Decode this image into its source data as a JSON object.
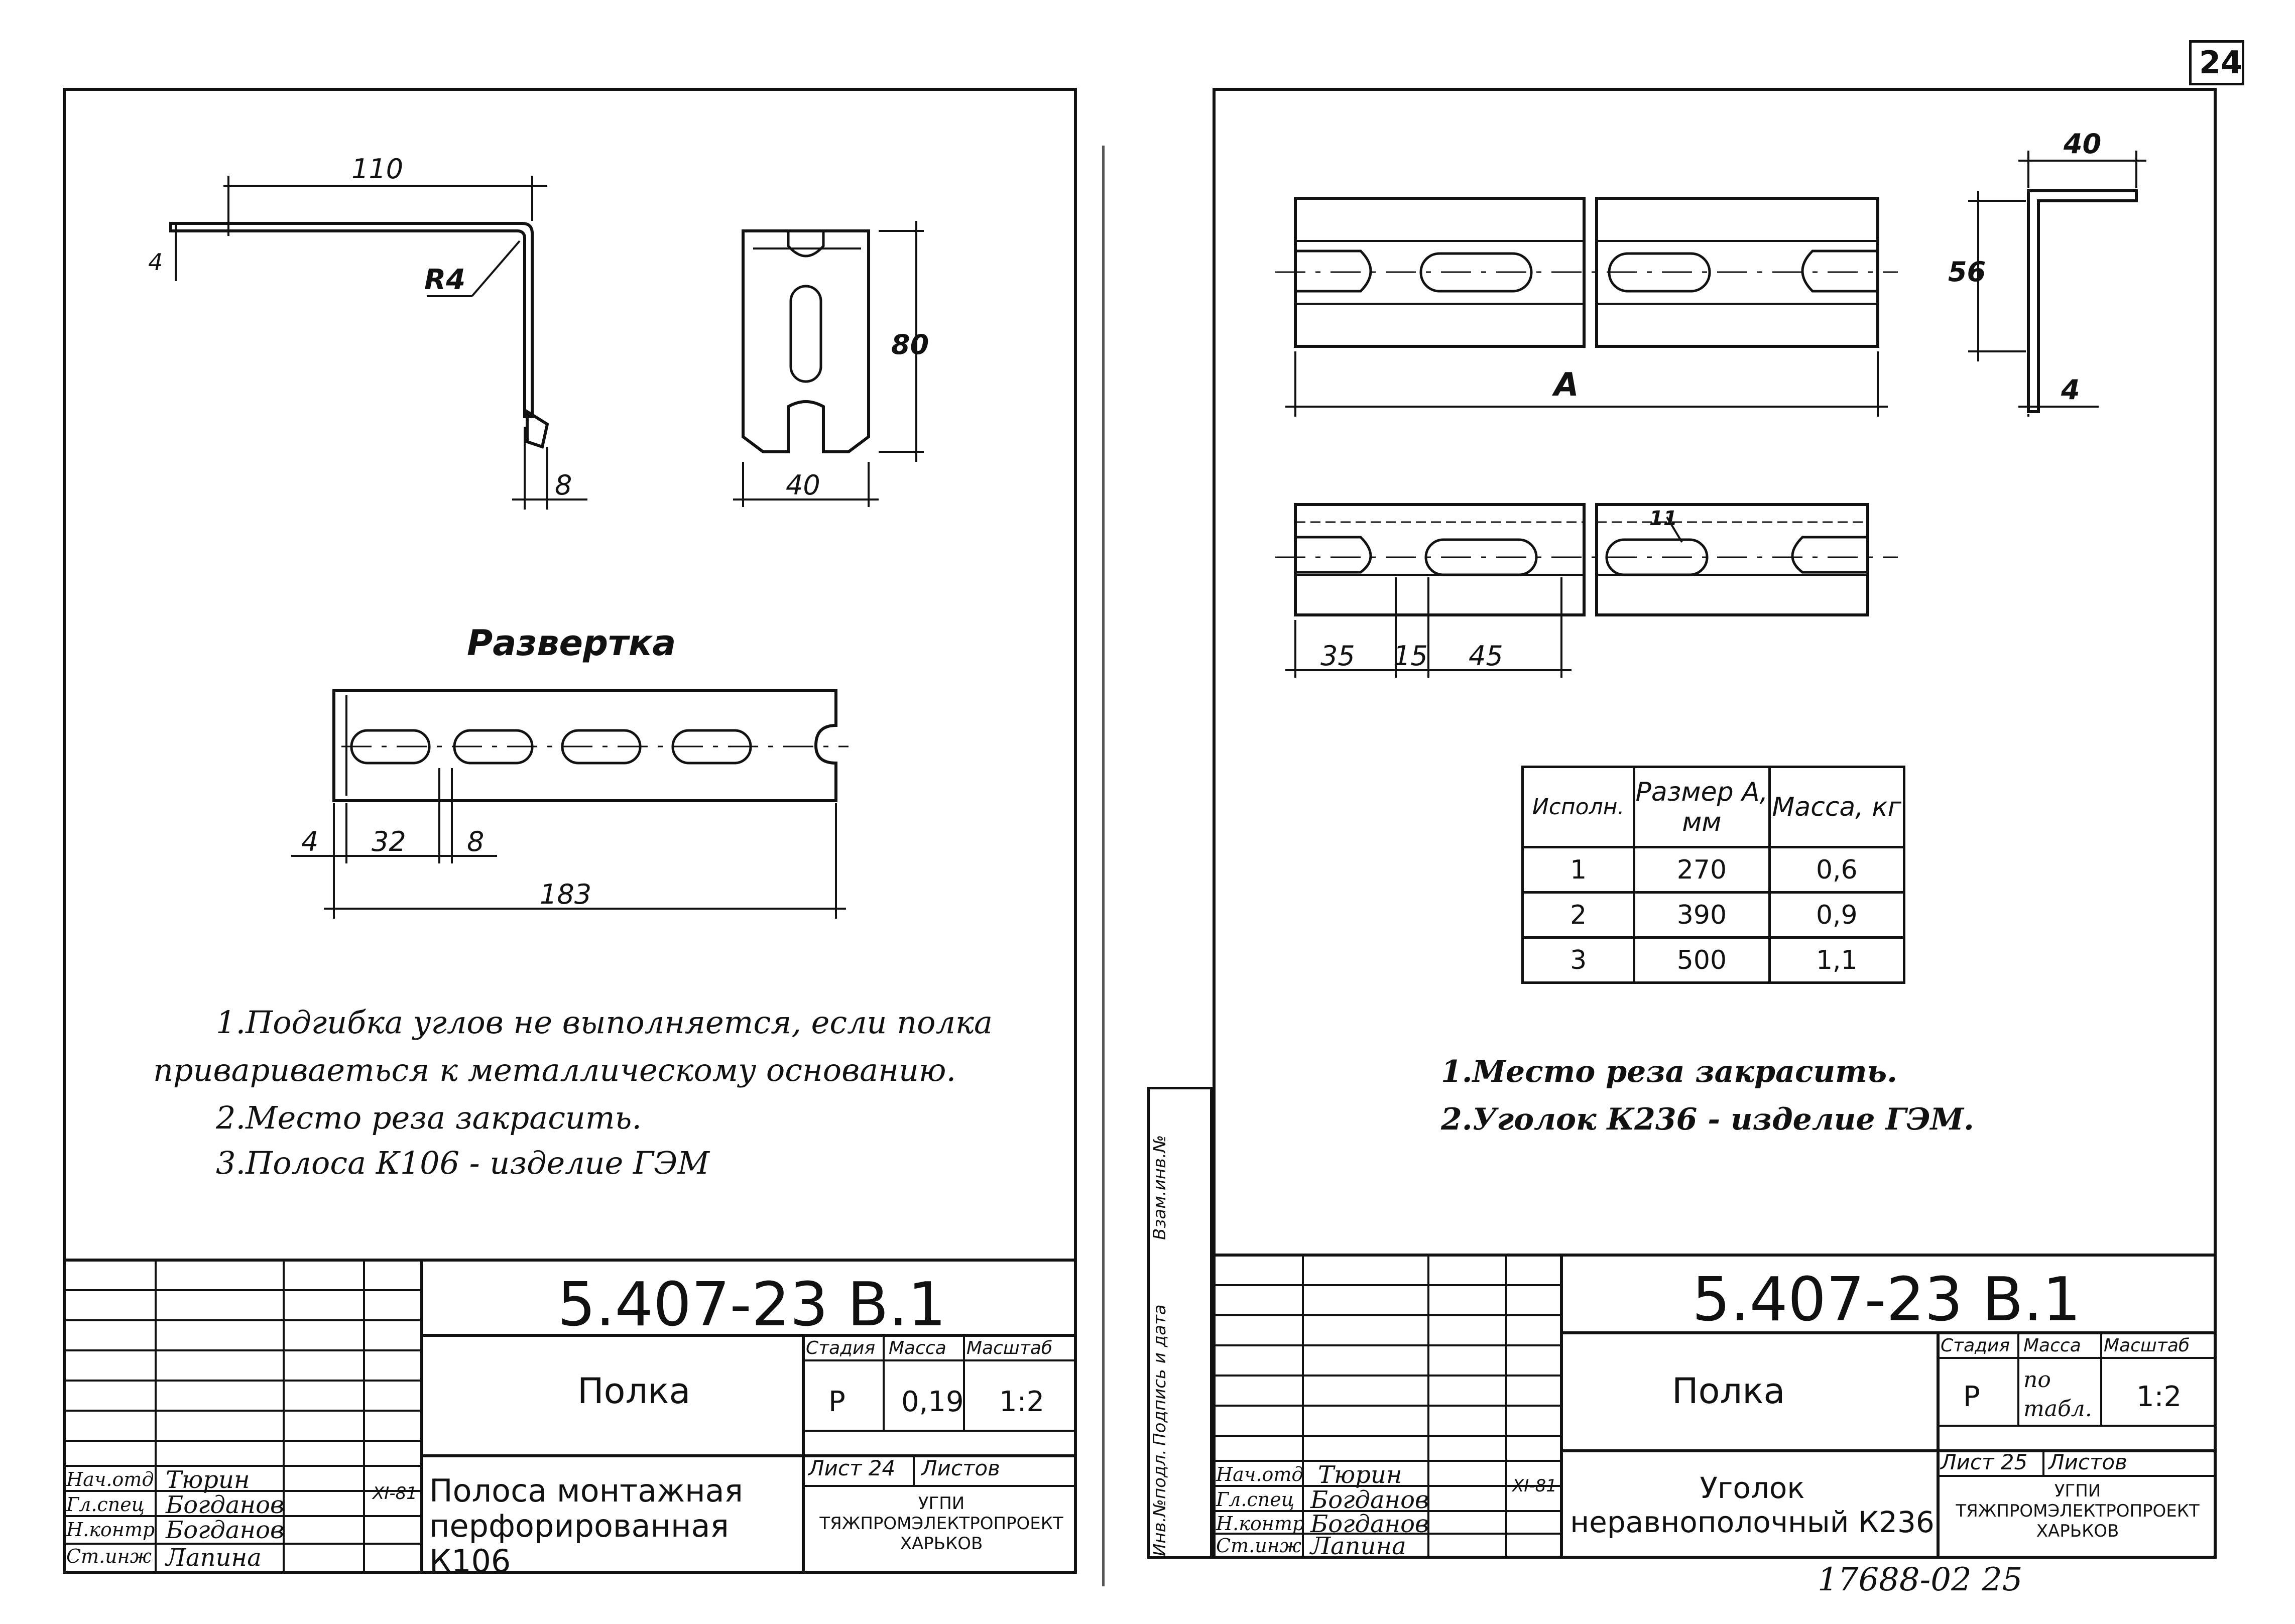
{
  "page_number": "24",
  "footer_number": "17688-02 25",
  "left": {
    "dims": {
      "d110": "110",
      "d4_top": "4",
      "r4": "R4",
      "d8_bottom": "8",
      "d80": "80",
      "d40": "40"
    },
    "razvertka": {
      "title": "Развертка",
      "d4": "4",
      "d32": "32",
      "d8": "8",
      "d183": "183"
    },
    "notes": [
      "1.Подгибка углов не выполняется, если полка",
      "привариваеться к металлическому основанию.",
      "2.Место реза закрасить.",
      "3.Полоса К106 - изделие ГЭМ"
    ],
    "title_block": {
      "code": "5.407-23 В.1",
      "name": "Полка",
      "stage_label": "Стадия",
      "mass_label": "Масса",
      "scale_label": "Масштаб",
      "stage": "Р",
      "mass": "0,19",
      "scale": "1:2",
      "sheet_label": "Лист 24",
      "sheets_label": "Листов",
      "org": "УГПИ ТЯЖПРОМЭЛЕКТРОПРОЕКТ ХАРЬКОВ",
      "description": "Полоса монтажная перфорированная К106",
      "date": "XI-81",
      "roles": [
        {
          "role": "Нач.отд",
          "name": "Тюрин"
        },
        {
          "role": "Гл.спец",
          "name": "Богданов"
        },
        {
          "role": "Н.контр",
          "name": "Богданов"
        },
        {
          "role": "Ст.инж",
          "name": "Лапина"
        }
      ]
    }
  },
  "right": {
    "dims": {
      "dA": "А",
      "d40": "40",
      "d56": "56",
      "d4": "4",
      "d11": "11",
      "d35": "35",
      "d15": "15",
      "d45": "45"
    },
    "table": {
      "headers": [
        "Исполн.",
        "Размер А, мм",
        "Масса, кг"
      ],
      "rows": [
        [
          "1",
          "270",
          "0,6"
        ],
        [
          "2",
          "390",
          "0,9"
        ],
        [
          "3",
          "500",
          "1,1"
        ]
      ]
    },
    "notes": [
      "1.Место реза закрасить.",
      "2.Уголок К236 - изделие ГЭМ."
    ],
    "side_labels": [
      "Инв.№подл.",
      "Подпись и дата",
      "Взам.инв.№"
    ],
    "title_block": {
      "code": "5.407-23 В.1",
      "name": "Полка",
      "stage_label": "Стадия",
      "mass_label": "Масса",
      "scale_label": "Масштаб",
      "stage": "Р",
      "mass": "по табл.",
      "scale": "1:2",
      "sheet_label": "Лист 25",
      "sheets_label": "Листов",
      "org": "УГПИ ТЯЖПРОМЭЛЕКТРОПРОЕКТ ХАРЬКОВ",
      "description": "Уголок неравнополочный К236",
      "date": "XI-81",
      "roles": [
        {
          "role": "Нач.отд",
          "name": "Тюрин"
        },
        {
          "role": "Гл.спец",
          "name": "Богданов"
        },
        {
          "role": "Н.контр",
          "name": "Богданов"
        },
        {
          "role": "Ст.инж",
          "name": "Лапина"
        }
      ]
    }
  }
}
